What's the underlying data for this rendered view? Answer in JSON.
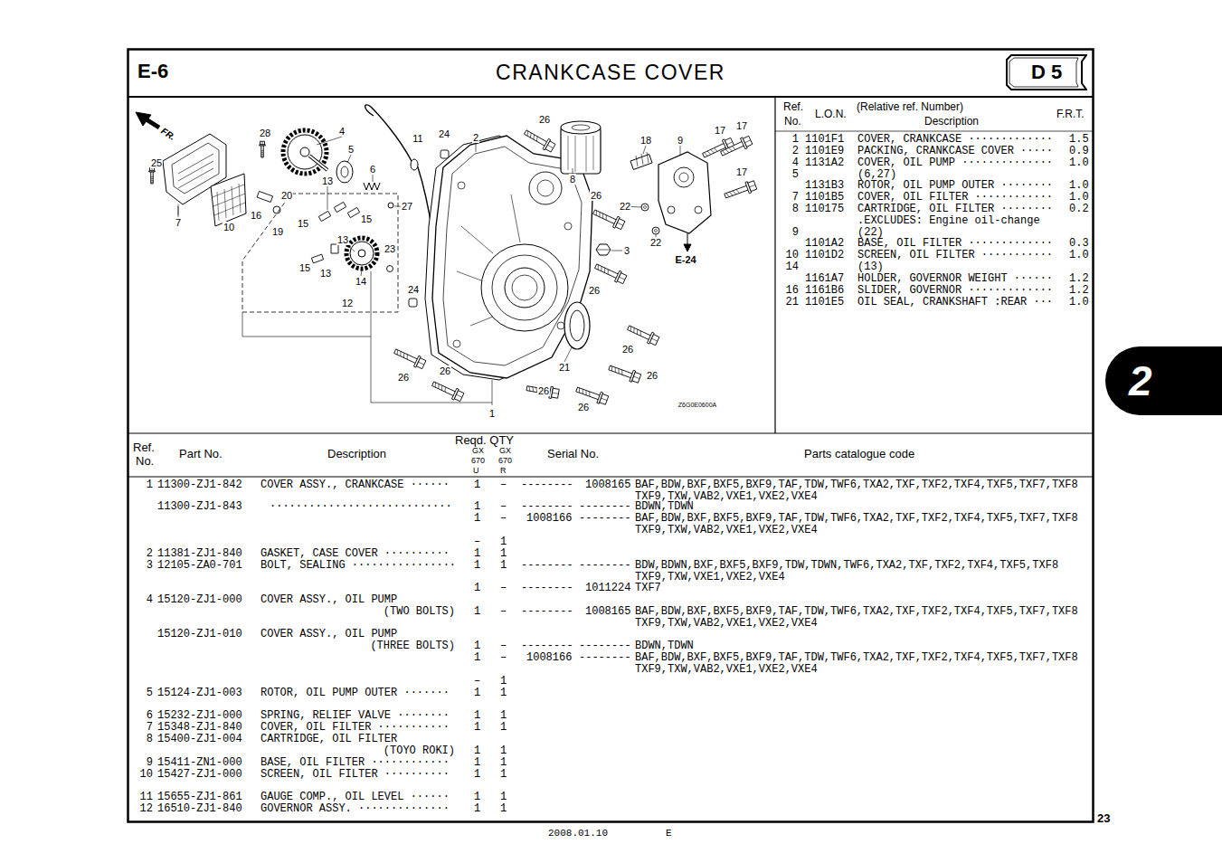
{
  "diagram": {
    "title": "CRANKCASE COVER",
    "nodes": [
      {
        "text": [
          "D 5"
        ]
      },
      {
        "text": [
          "2"
        ]
      }
    ],
    "labels": [
      "E-6",
      "Ref.",
      "No.",
      "L.O.N.",
      "(Relative ref. Number)",
      "Description",
      "F.R.T.",
      "1",
      "1101F1",
      "COVER, CRANKCASE ·············",
      "1.5",
      "2",
      "1101E9",
      "PACKING, CRANKCASE COVER ·····",
      "0.9",
      "4",
      "1131A2",
      "COVER, OIL PUMP ··············",
      "1.0",
      "5",
      "(6,27)",
      "1131B3",
      "ROTOR, OIL PUMP OUTER ········",
      "1.0",
      "7",
      "1101B5",
      "COVER, OIL FILTER ············",
      "1.0",
      "8",
      "110175",
      "CARTRIDGE, OIL FILTER ········",
      "0.2",
      ".EXCLUDES: Engine oil-change",
      "9",
      "(22)",
      "1101A2",
      "BASE, OIL FILTER ·············",
      "0.3",
      "10",
      "1101D2",
      "SCREEN, OIL FILTER ···········",
      "1.0",
      "14",
      "(13)",
      "1161A7",
      "HOLDER, GOVERNOR WEIGHT ······",
      "1.2",
      "16",
      "1161B6",
      "SLIDER, GOVERNOR ·············",
      "1.2",
      "21",
      "1101E5",
      "OIL SEAL, CRANKSHAFT :REAR ···",
      "1.0",
      "Ref.",
      "No.",
      "Part No.",
      "Description",
      "Reqd. QTY",
      "GX",
      "670",
      "U",
      "GX",
      "670",
      "R",
      "Serial No.",
      "Parts catalogue code",
      "1",
      "11300-ZJ1-842",
      "COVER ASSY., CRANKCASE ······",
      "1",
      "–",
      "--------",
      "1008165",
      "BAF,BDW,BXF,BXF5,BXF9,TAF,TDW,TWF6,TXA2,TXF,TXF2,TXF4,TXF5,TXF7,TXF8 TXF9,TXW,VAB2,VXE1,VXE2,VXE4",
      "11300-ZJ1-843",
      "····························",
      "1",
      "–",
      "--------",
      "--------",
      "BDWN,TDWN",
      "1",
      "–",
      "1008166",
      "--------",
      "BAF,BDW,BXF,BXF5,BXF9,TAF,TDW,TWF6,TXA2,TXF,TXF2,TXF4,TXF5,TXF7,TXF8 TXF9,TXW,VAB2,VXE1,VXE2,VXE4",
      "–",
      "1",
      "2",
      "11381-ZJ1-840",
      "GASKET, CASE COVER ··········",
      "1",
      "1",
      "3",
      "12105-ZA0-701",
      "BOLT, SEALING ················",
      "1",
      "1",
      "--------",
      "--------",
      "BDW,BDWN,BXF,BXF5,BXF9,TDW,TDWN,TWF6,TXA2,TXF,TXF2,TXF4,TXF5,TXF8 TXF9,TXW,VXE1,VXE2,VXE4",
      "1",
      "–",
      "--------",
      "1011224",
      "TXF7",
      "4",
      "15120-ZJ1-000",
      "COVER ASSY., OIL PUMP",
      "(TWO BOLTS)",
      "1",
      "–",
      "--------",
      "1008165",
      "BAF,BDW,BXF,BXF5,BXF9,TAF,TDW,TWF6,TXA2,TXF,TXF2,TXF4,TXF5,TXF7,TXF8 TXF9,TXW,VAB2,VXE1,VXE2,VXE4",
      "15120-ZJ1-010",
      "COVER ASSY., OIL PUMP",
      "(THREE BOLTS)",
      "1",
      "–",
      "--------",
      "--------",
      "BDWN,TDWN",
      "1",
      "–",
      "1008166",
      "--------",
      "BAF,BDW,BXF,BXF5,BXF9,TAF,TDW,TWF6,TXA2,TXF,TXF2,TXF4,TXF5,TXF7,TXF8 TXF9,TXW,VAB2,VXE1,VXE2,VXE4",
      "–",
      "1",
      "5",
      "15124-ZJ1-003",
      "ROTOR, OIL PUMP OUTER ·······",
      "1",
      "1",
      "6",
      "15232-ZJ1-000",
      "SPRING, RELIEF VALVE ········",
      "1",
      "1",
      "7",
      "15348-ZJ1-840",
      "COVER, OIL FILTER ···········",
      "1",
      "1",
      "8",
      "15400-ZJ1-004",
      "CARTRIDGE, OIL FILTER",
      "(TOYO ROKI)",
      "1",
      "1",
      "9",
      "15411-ZN1-000",
      "BASE, OIL FILTER ············",
      "1",
      "1",
      "10",
      "15427-ZJ1-000",
      "SCREEN, OIL FILTER ··········",
      "1",
      "1",
      "11",
      "15655-ZJ1-861",
      "GAUGE COMP., OIL LEVEL ······",
      "1",
      "1",
      "12",
      "16510-ZJ1-840",
      "GOVERNOR ASSY. ··············",
      "1",
      "1",
      "23",
      "2008.01.10",
      "E",
      "FR.",
      "28",
      "4",
      "25",
      "5",
      "11",
      "24",
      "2",
      "26",
      "18",
      "9",
      "17",
      "17",
      "17",
      "6",
      "27",
      "8",
      "20",
      "7",
      "10",
      "16",
      "19",
      "13",
      "15",
      "15",
      "13",
      "23",
      "15",
      "13",
      "14",
      "12",
      "24",
      "26",
      "22",
      "22",
      "3",
      "E-24",
      "26",
      "26",
      "21",
      "26",
      "26",
      "26",
      "26",
      "26",
      "1",
      "Z6G0E0600A"
    ]
  }
}
